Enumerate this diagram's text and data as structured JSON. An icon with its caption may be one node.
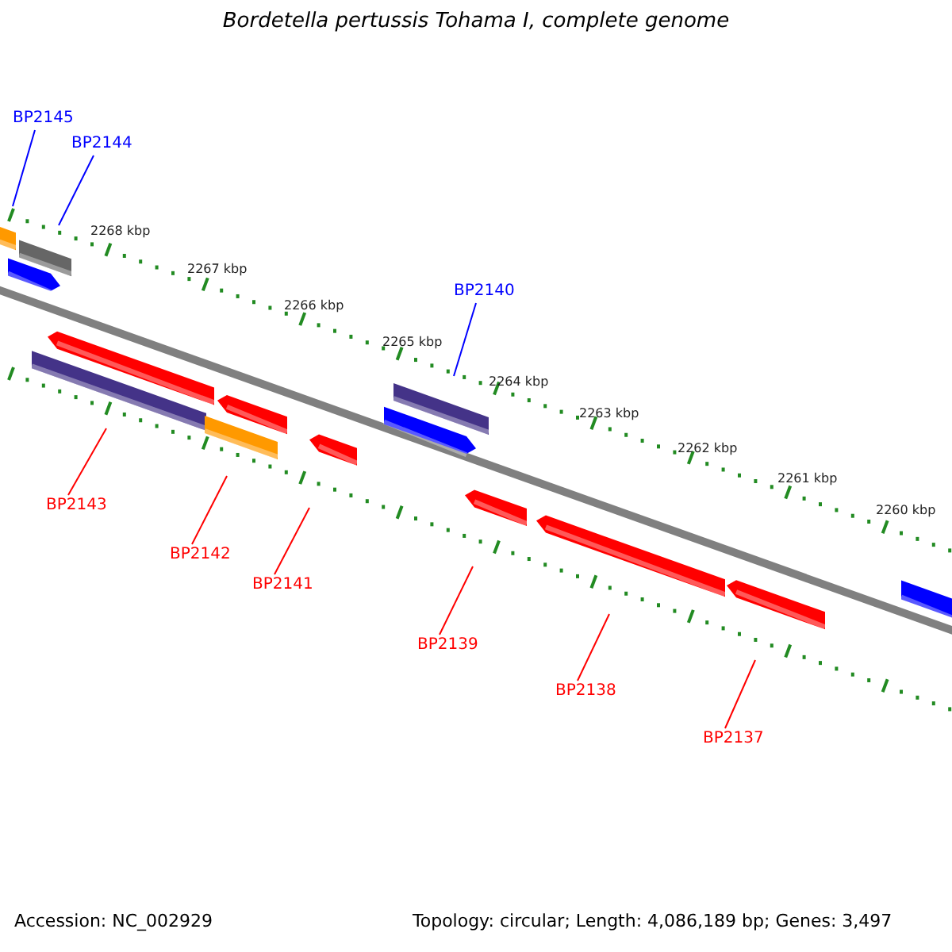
{
  "diagram": {
    "title": "Bordetella pertussis Tohama I, complete genome",
    "nodes": [
      {
        "text": [
          "BP2145"
        ]
      },
      {
        "text": [
          "BP2144"
        ]
      },
      {
        "text": [
          "BP2140"
        ]
      },
      {
        "text": [
          "BP2143"
        ]
      },
      {
        "text": [
          "BP2142"
        ]
      },
      {
        "text": [
          "BP2141"
        ]
      },
      {
        "text": [
          "BP2139"
        ]
      },
      {
        "text": [
          "BP2138"
        ]
      },
      {
        "text": [
          "BP2137"
        ]
      }
    ],
    "edges": [
      {
        "from": 0,
        "to": null,
        "arrow": "none",
        "color": "#0000ff"
      },
      {
        "from": 1,
        "to": null,
        "arrow": "none",
        "color": "#0000ff"
      },
      {
        "from": 2,
        "to": null,
        "arrow": "none",
        "color": "#0000ff"
      },
      {
        "from": 3,
        "to": null,
        "arrow": "none"
      },
      {
        "from": 4,
        "to": null,
        "arrow": "none"
      },
      {
        "from": 5,
        "to": null,
        "arrow": "none"
      },
      {
        "from": 6,
        "to": null,
        "arrow": "none"
      },
      {
        "from": 7,
        "to": null,
        "arrow": "none"
      },
      {
        "from": 8,
        "to": null,
        "arrow": "none"
      }
    ],
    "labels": [
      "2268 kbp",
      "2267 kbp",
      "2266 kbp",
      "2265 kbp",
      "2264 kbp",
      "2263 kbp",
      "2262 kbp",
      "2261 kbp",
      "2260 kbp",
      "Accession: NC_002929",
      "Topology: circular; Length: 4,086,189 bp; Genes: 3,497"
    ]
  }
}
